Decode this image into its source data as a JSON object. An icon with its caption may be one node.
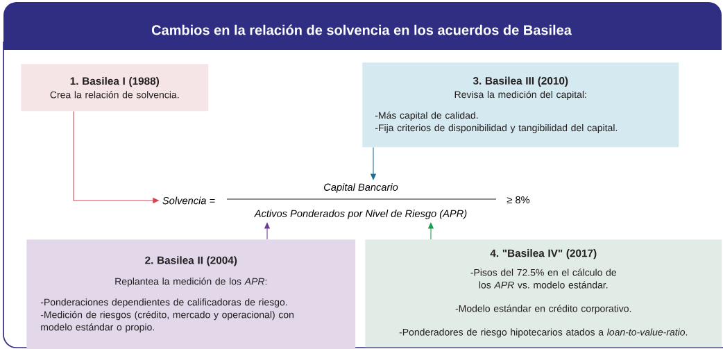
{
  "diagram": {
    "title": "Cambios en la relación de solvencia en los acuerdos de Basilea",
    "nodes": [
      {
        "text": [
          "1. Basilea I (1988)",
          "Crea la relación de solvencia."
        ]
      },
      {
        "text": [
          "3. Basilea III (2010)",
          "Revisa la medición del capital:",
          "-Más capital de calidad.",
          "-Fija criterios de disponibilidad y tangibilidad del capital."
        ]
      },
      {
        "text": [
          "Solvencia ="
        ]
      },
      {
        "text": [
          "Capital Bancario"
        ]
      },
      {
        "text": [
          "Activos Ponderados por Nivel de Riesgo (APR)"
        ]
      },
      {
        "text": [
          "2. Basilea II (2004)",
          "Replantea la medición de los *APR*:",
          "-Ponderaciones dependientes de calificadoras de riesgo.",
          "-Medición de riesgos (crédito, mercado y operacional) con modelo estándar o propio."
        ]
      },
      {
        "text": [
          "4. \"Basilea IV\" (2017)",
          "-Pisos del 72.5% en el cálculo de los *APR* vs. modelo estándar.",
          "-Modelo estándar en crédito corporativo.",
          "-Ponderadores de riesgo hipotecarios atados a *loan-to-value-ratio*."
        ]
      }
    ],
    "edges": [
      {
        "from": 0,
        "to": 2,
        "arrow": "to",
        "color": "#d64550"
      },
      {
        "from": 1,
        "to": 3,
        "arrow": "to",
        "color": "#1a6e99"
      },
      {
        "from": 5,
        "to": 4,
        "arrow": "to",
        "color": "#6b3d8f"
      },
      {
        "from": 6,
        "to": 4,
        "arrow": "to",
        "color": "#1b9a4b"
      }
    ],
    "labels": [
      "≥ 8%"
    ]
  }
}
